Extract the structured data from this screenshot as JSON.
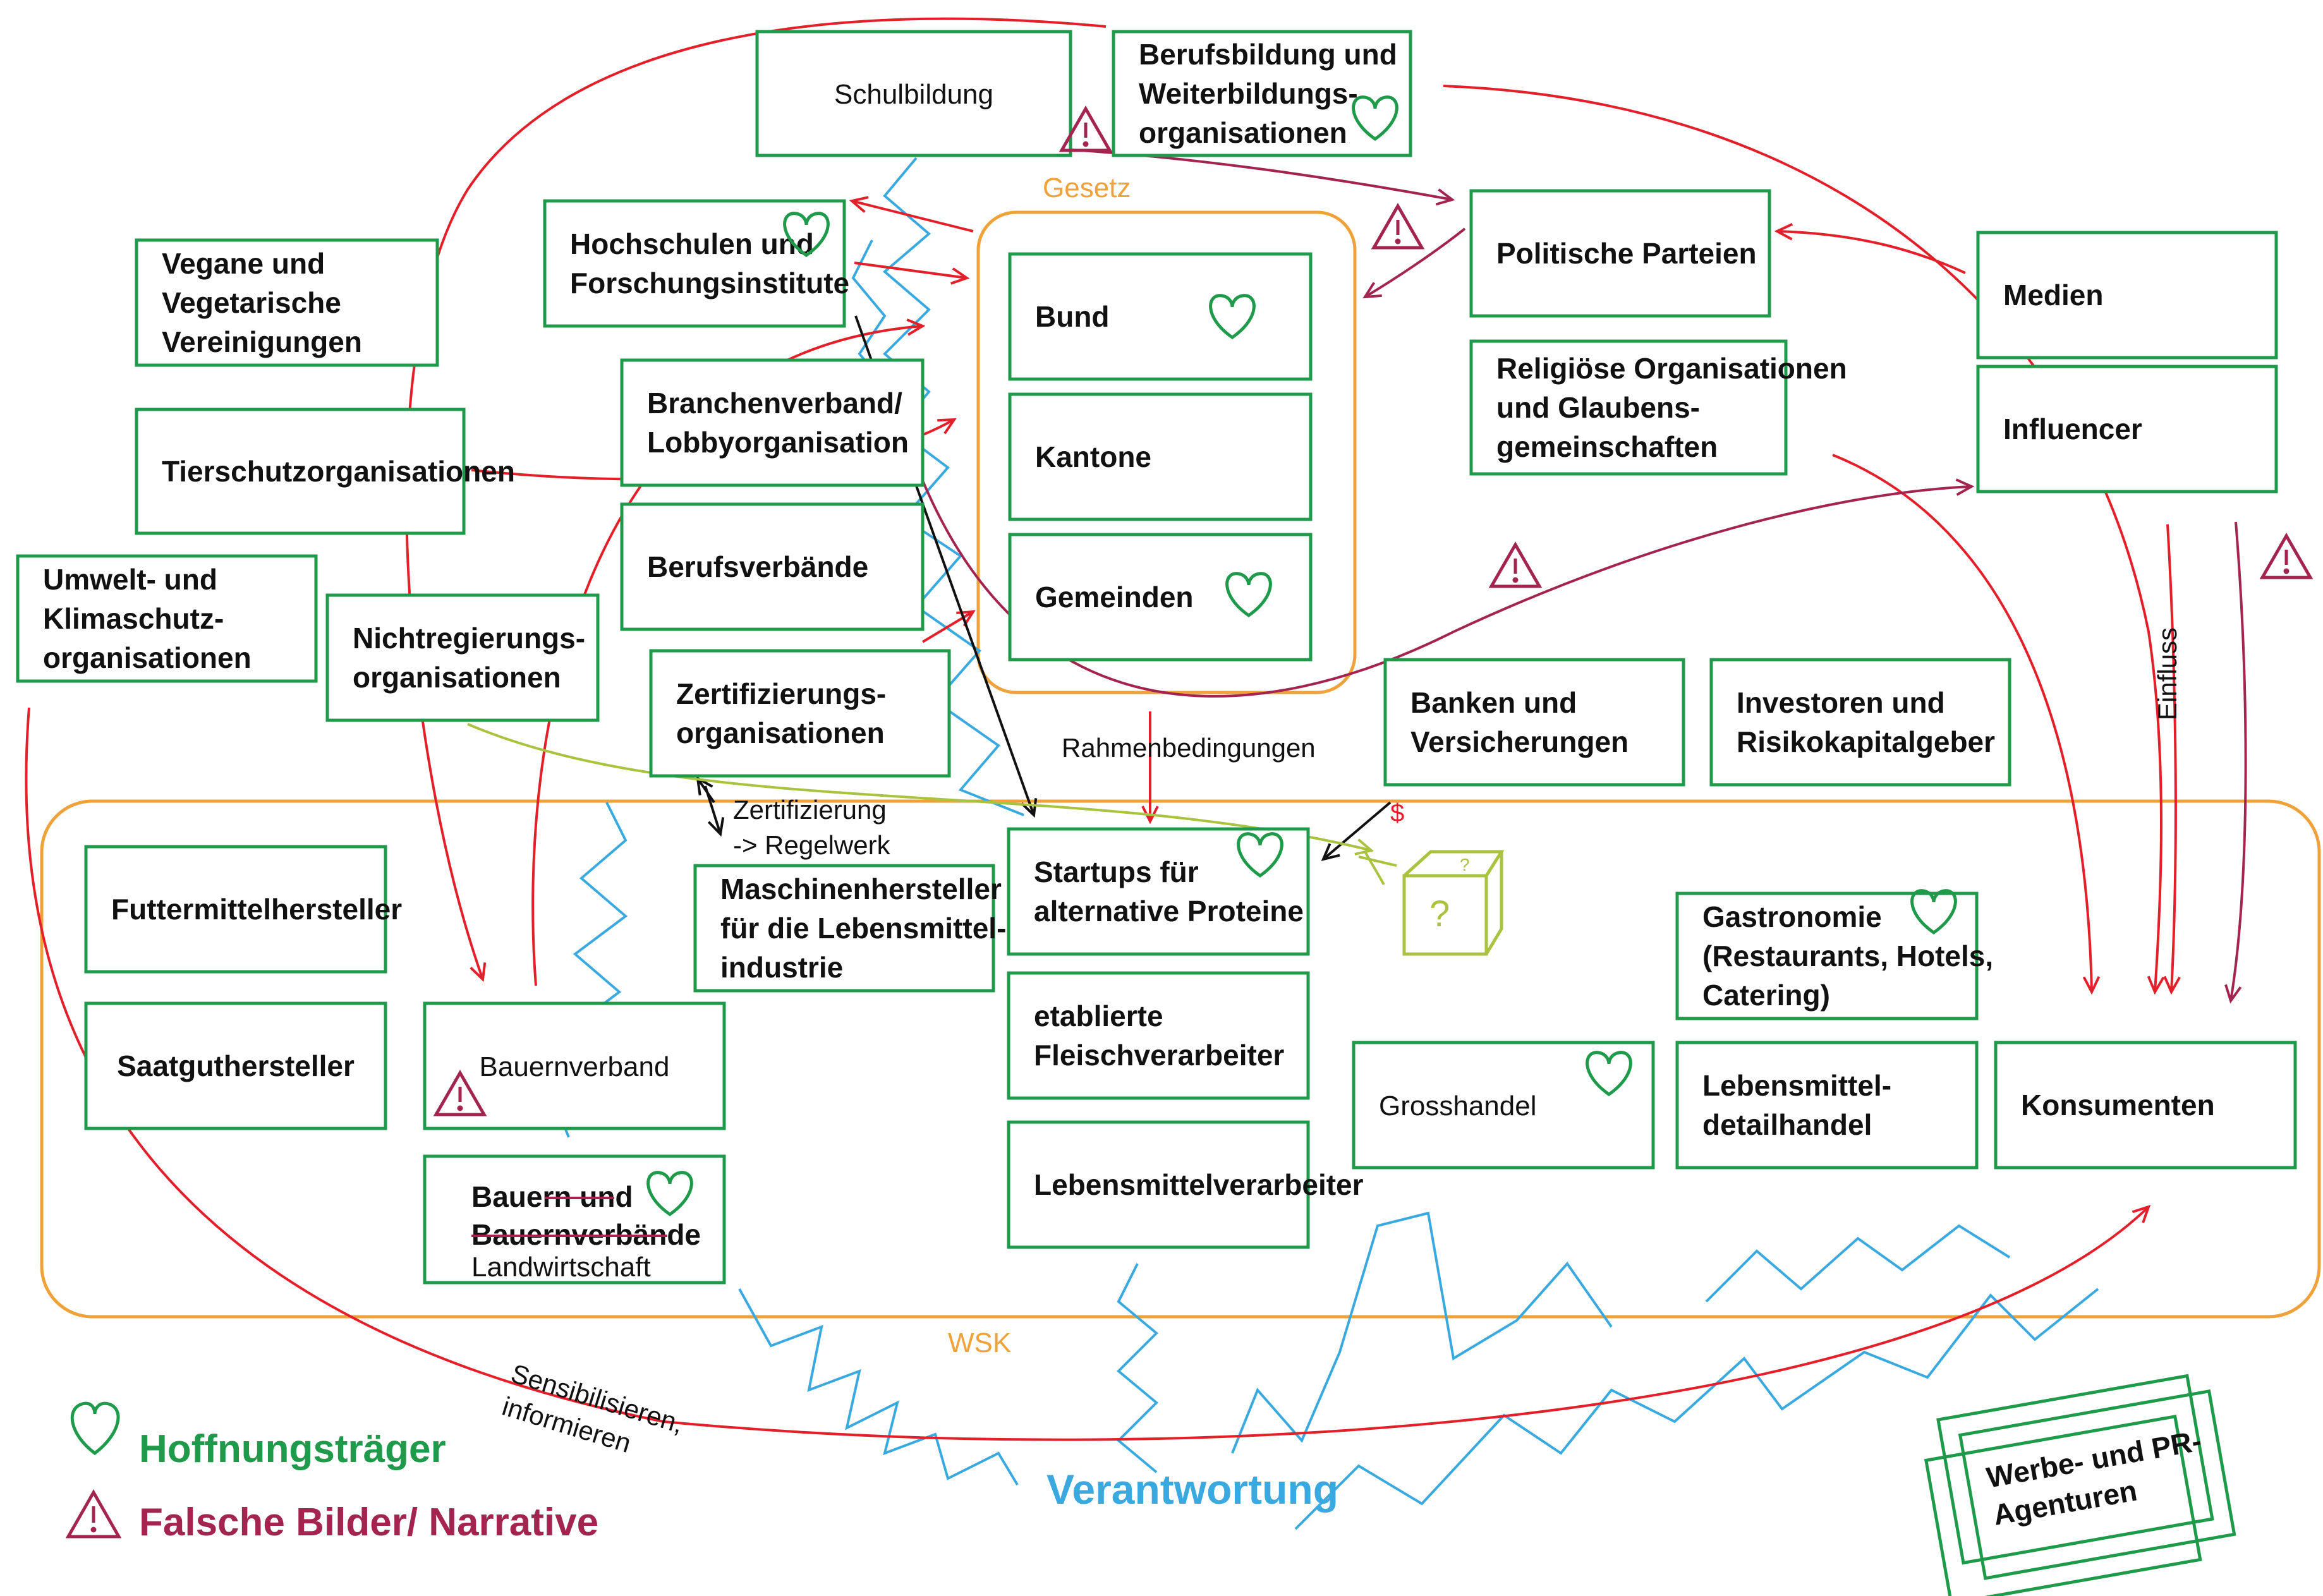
{
  "colors": {
    "box_border": "#1f9a4a",
    "heart": "#1f9a4a",
    "warning": "#a3244f",
    "influence_arrow": "#e3202a",
    "narrative_arrow": "#a3244f",
    "responsibility": "#3aa9e0",
    "frame_orange": "#f0a23a",
    "cert_arrow": "#a9c23f",
    "black_arrow": "#111111"
  },
  "frames": {
    "gesetz": "Gesetz",
    "wsk": "WSK"
  },
  "boxes": {
    "schulbildung": [
      "Schulbildung"
    ],
    "berufsbildung": [
      "Berufsbildung und",
      "Weiterbildungs-",
      "organisationen"
    ],
    "hochschulen": [
      "Hochschulen und",
      "Forschungsinstitute"
    ],
    "vegane": [
      "Vegane und",
      "Vegetarische",
      "Vereinigungen"
    ],
    "branchenverband": [
      "Branchenverband/",
      "Lobbyorganisation"
    ],
    "tierschutz": [
      "Tierschutzorganisationen"
    ],
    "berufsverbaende": [
      "Berufsverbände"
    ],
    "umwelt": [
      "Umwelt- und",
      "Klimaschutz-",
      "organisationen"
    ],
    "ngo": [
      "Nichtregierungs-",
      "organisationen"
    ],
    "zertifizierung_org": [
      "Zertifizierungs-",
      "organisationen"
    ],
    "bund": [
      "Bund"
    ],
    "kantone": [
      "Kantone"
    ],
    "gemeinden": [
      "Gemeinden"
    ],
    "parteien": [
      "Politische Parteien"
    ],
    "religion": [
      "Religiöse Organisationen",
      "und Glaubens-",
      "gemeinschaften"
    ],
    "medien": [
      "Medien"
    ],
    "influencer": [
      "Influencer"
    ],
    "banken": [
      "Banken und",
      "Versicherungen"
    ],
    "investoren": [
      "Investoren und",
      "Risikokapitalgeber"
    ],
    "futtermittel": [
      "Futtermittelhersteller"
    ],
    "saatgut": [
      "Saatguthersteller"
    ],
    "bauernverband": [
      "Bauernverband"
    ],
    "bauern": [
      "Landwirtschaft"
    ],
    "bauern_struck": [
      "Bauern und",
      "Bauernverbände"
    ],
    "maschinen": [
      "Maschinenhersteller",
      "für die Lebensmittel-",
      "industrie"
    ],
    "startups": [
      "Startups für",
      "alternative Proteine"
    ],
    "fleisch": [
      "etablierte",
      "Fleischverarbeiter"
    ],
    "lebensmittelverarbeiter": [
      "Lebensmittelverarbeiter"
    ],
    "grosshandel": [
      "Grosshandel"
    ],
    "gastronomie": [
      "Gastronomie",
      "(Restaurants, Hotels,",
      "Catering)"
    ],
    "detailhandel": [
      "Lebensmittel-",
      "detailhandel"
    ],
    "konsumenten": [
      "Konsumenten"
    ],
    "werbe": [
      "Werbe- und PR-",
      "Agenturen"
    ]
  },
  "annotations": {
    "rahmenbedingungen": "Rahmenbedingungen",
    "zertifizierung": "Zertifizierung",
    "regelwerk": "-> Regelwerk",
    "einfluss": "Einfluss",
    "dollar": "$",
    "sensibilisieren_1": "Sensibilisieren,",
    "sensibilisieren_2": "informieren",
    "verantwortung": "Verantwortung",
    "question_mark": "?"
  },
  "legend": {
    "hope": "Hoffnungsträger",
    "false_images": "Falsche Bilder/ Narrative"
  }
}
